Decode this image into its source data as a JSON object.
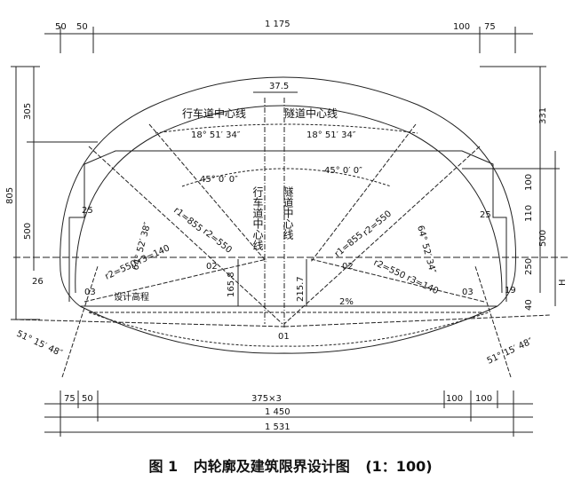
{
  "top_dims": {
    "left_a": "50",
    "left_b": "50",
    "total": "1 175",
    "right_a": "100",
    "right_b": "75"
  },
  "left_dims": {
    "d805": "805",
    "d305": "305",
    "d500": "500",
    "d26": "26"
  },
  "right_dims": {
    "d331": "331",
    "d100": "100",
    "d110": "110",
    "d500": "500",
    "d250": "250",
    "H": "H",
    "d19": "19",
    "d40": "40"
  },
  "labels": {
    "offset_37_5": "37.5",
    "lane_center": "行车道中心线",
    "tunnel_center": "隧道中心线",
    "angle_top_left": "18° 51′ 34″",
    "angle_top_right": "18° 51′ 34″",
    "angle_mid_left": "45° 0′ 0″",
    "angle_mid_right": "45° 0′ 0″",
    "lane_center_vertical": "行车道中心线",
    "tunnel_center_vertical": "隧道中心线",
    "d25_left": "25",
    "d25_right": "25",
    "r1_left": "r1=855",
    "r2_left": "r2=550",
    "r1_right": "r1=855",
    "r2_right": "r2=550",
    "angle_side_left": "64° 52′ 38″",
    "angle_side_right": "64° 52′ 34″",
    "r2r3_left": "r2=550 r3=140",
    "r2r3_right": "r2=550 r3=140",
    "o2_left": "02",
    "o2_right": "02",
    "o3_left": "03",
    "o3_right": "03",
    "o1": "01",
    "d165_8": "165.8",
    "d215_7": "215.7",
    "slope": "2%",
    "design_elev": "设计高程",
    "angle_bottom_left": "51° 15′ 48″",
    "angle_bottom_right": "51° 15′ 48″"
  },
  "bottom_dims": {
    "a75": "75",
    "a50": "50",
    "mid": "375×3",
    "b100": "100",
    "c100": "100",
    "w1450": "1 450",
    "w1531": "1 531"
  },
  "caption": {
    "fig": "图 1",
    "title": "内轮廓及建筑限界设计图",
    "scale": "(1：100)"
  }
}
